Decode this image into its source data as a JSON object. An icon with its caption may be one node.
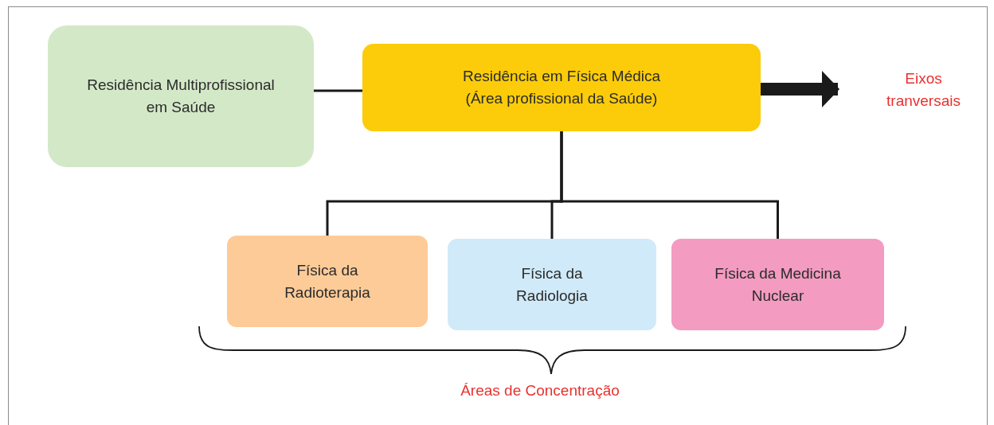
{
  "diagram": {
    "nodes": [
      {
        "text": [
          "Residência Multiprofissional em Saúde"
        ]
      },
      {
        "text": [
          "Residência em Física Médica (Área profissional da Saúde)"
        ]
      },
      {
        "text": [
          "Física da Radioterapia"
        ]
      },
      {
        "text": [
          "Física da Radiologia"
        ]
      },
      {
        "text": [
          "Física da Medicina Nuclear"
        ]
      },
      {
        "text": [
          "Eixos tranversais"
        ]
      }
    ],
    "edges": [
      {
        "from": 0,
        "to": 1,
        "arrow": "none"
      },
      {
        "from": 1,
        "to": 2,
        "arrow": "none"
      },
      {
        "from": 1,
        "to": 3,
        "arrow": "none"
      },
      {
        "from": 1,
        "to": 4,
        "arrow": "none"
      },
      {
        "from": 1,
        "to": 5,
        "arrow": "to",
        "style": "thick"
      }
    ],
    "labels": [
      "Áreas de Concentração"
    ]
  }
}
